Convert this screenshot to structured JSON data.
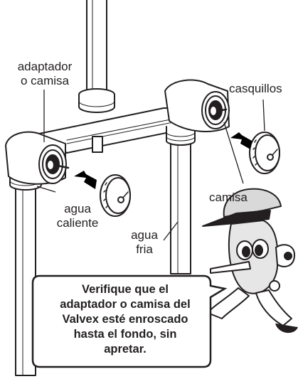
{
  "labels": {
    "adaptador": [
      "adaptador",
      "o camisa"
    ],
    "casquillos": "casquillos",
    "camisa": "camisa",
    "agua_caliente": [
      "agua",
      "caliente"
    ],
    "agua_fria": [
      "agua",
      "fria"
    ]
  },
  "callout": {
    "lines": [
      "Verifique que el",
      "adaptador o camisa del",
      "Valvex esté enroscado",
      "hasta el fondo, sin",
      "apretar."
    ]
  },
  "colors": {
    "line": "#231f20",
    "pipe_fill": "#ffffff",
    "accent": "#000000"
  }
}
